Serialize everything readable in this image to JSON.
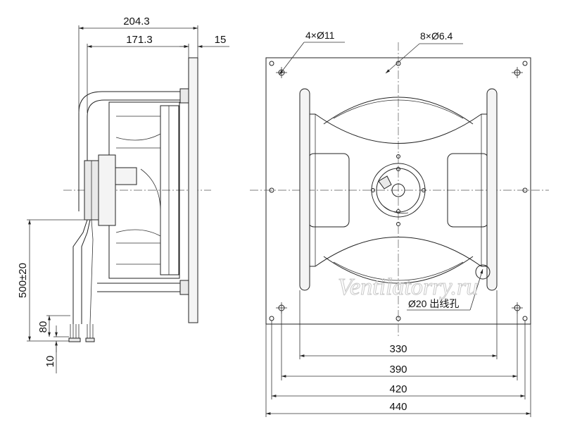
{
  "side_view": {
    "dim_overall_depth": "204.3",
    "dim_body_depth": "171.3",
    "dim_flange": "15",
    "dim_cable_length": "500±20",
    "dim_lead_strip": "80",
    "dim_lead_tip": "10"
  },
  "front_view": {
    "note_large_holes": "4×Ø11",
    "note_small_holes": "8×Ø6.4",
    "note_cable_hole": "Ø20 出线孔",
    "dim_330": "330",
    "dim_390": "390",
    "dim_420": "420",
    "dim_440": "440"
  },
  "watermark": "Ventilatorry.ru"
}
